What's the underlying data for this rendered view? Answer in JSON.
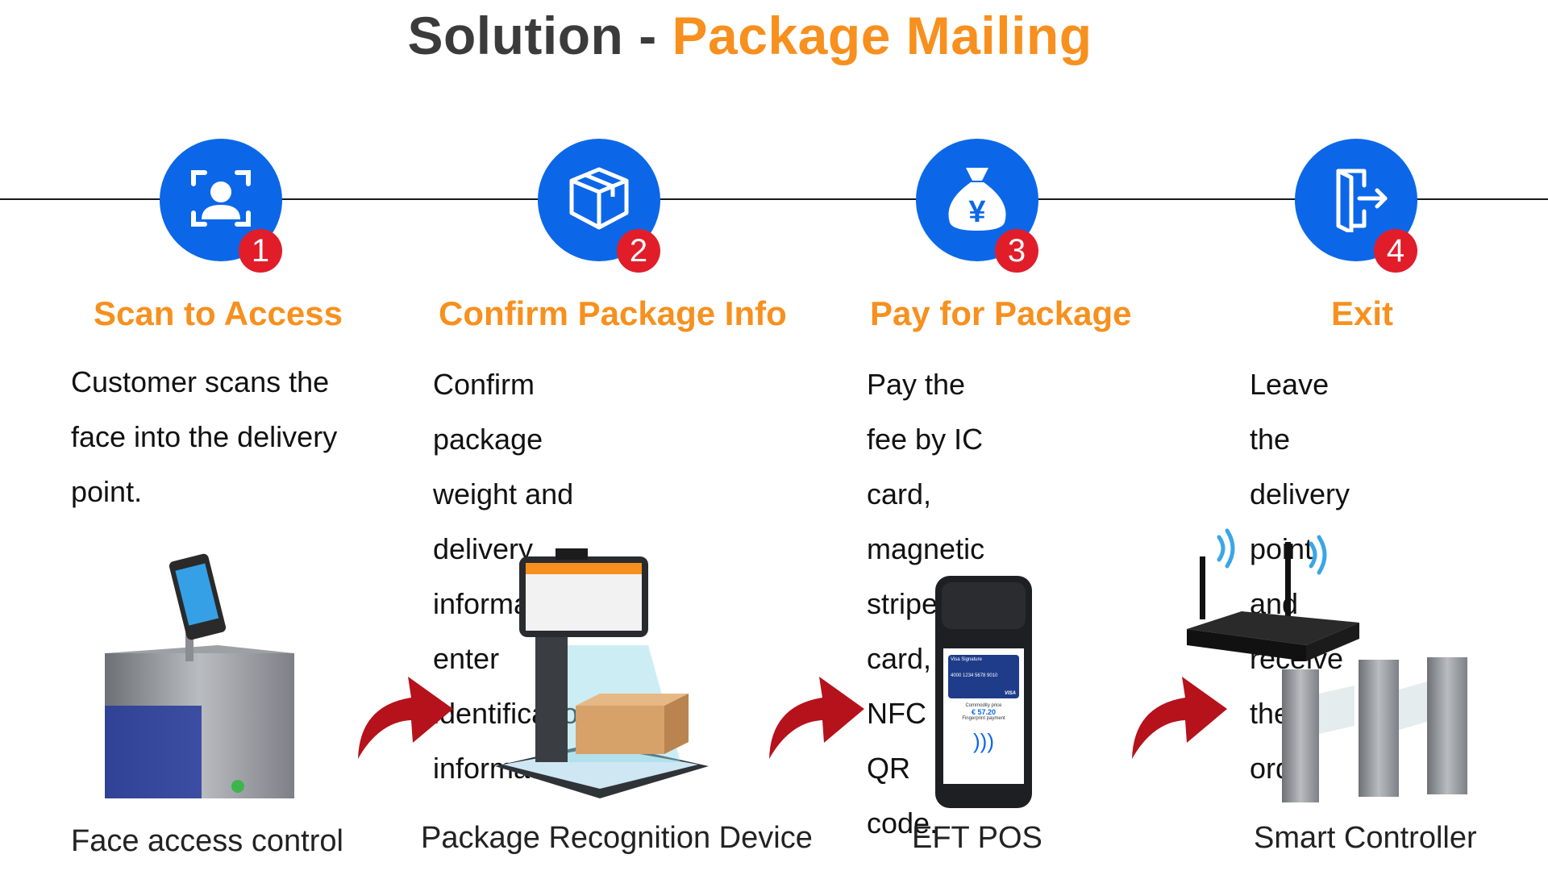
{
  "title": {
    "prefix": "Solution - ",
    "accent": "Package Mailing"
  },
  "colors": {
    "accent": "#f7901e",
    "circle": "#0c67e8",
    "badge": "#e11d2a",
    "arrow": "#b5121b"
  },
  "steps": [
    {
      "number": "1",
      "icon": "face-scan-icon",
      "title": "Scan to Access",
      "lines": [
        "Customer scans the",
        "face into the delivery",
        "point."
      ],
      "device": "Face access control"
    },
    {
      "number": "2",
      "icon": "package-box-icon",
      "title": "Confirm Package Info",
      "lines": [
        "Confirm package weight and",
        "delivery information, enter",
        "identification information."
      ],
      "device": "Package Recognition Device"
    },
    {
      "number": "3",
      "icon": "money-bag-icon",
      "title": "Pay for Package",
      "lines": [
        "Pay the fee by IC card,",
        "magnetic stripe card,",
        "NFC or QR code."
      ],
      "device": "EFT POS"
    },
    {
      "number": "4",
      "icon": "exit-door-icon",
      "title": "Exit",
      "lines": [
        "Leave the delivery",
        "point and receive",
        "the order"
      ],
      "device": "Smart Controller"
    }
  ],
  "pos_screen": {
    "header": "Visa Signature",
    "card_number": "4000 1234 5678 9010",
    "price_label": "Commodity price",
    "price": "€ 57.20",
    "footer": "Fingerprint payment",
    "card_brand": "VISA"
  }
}
